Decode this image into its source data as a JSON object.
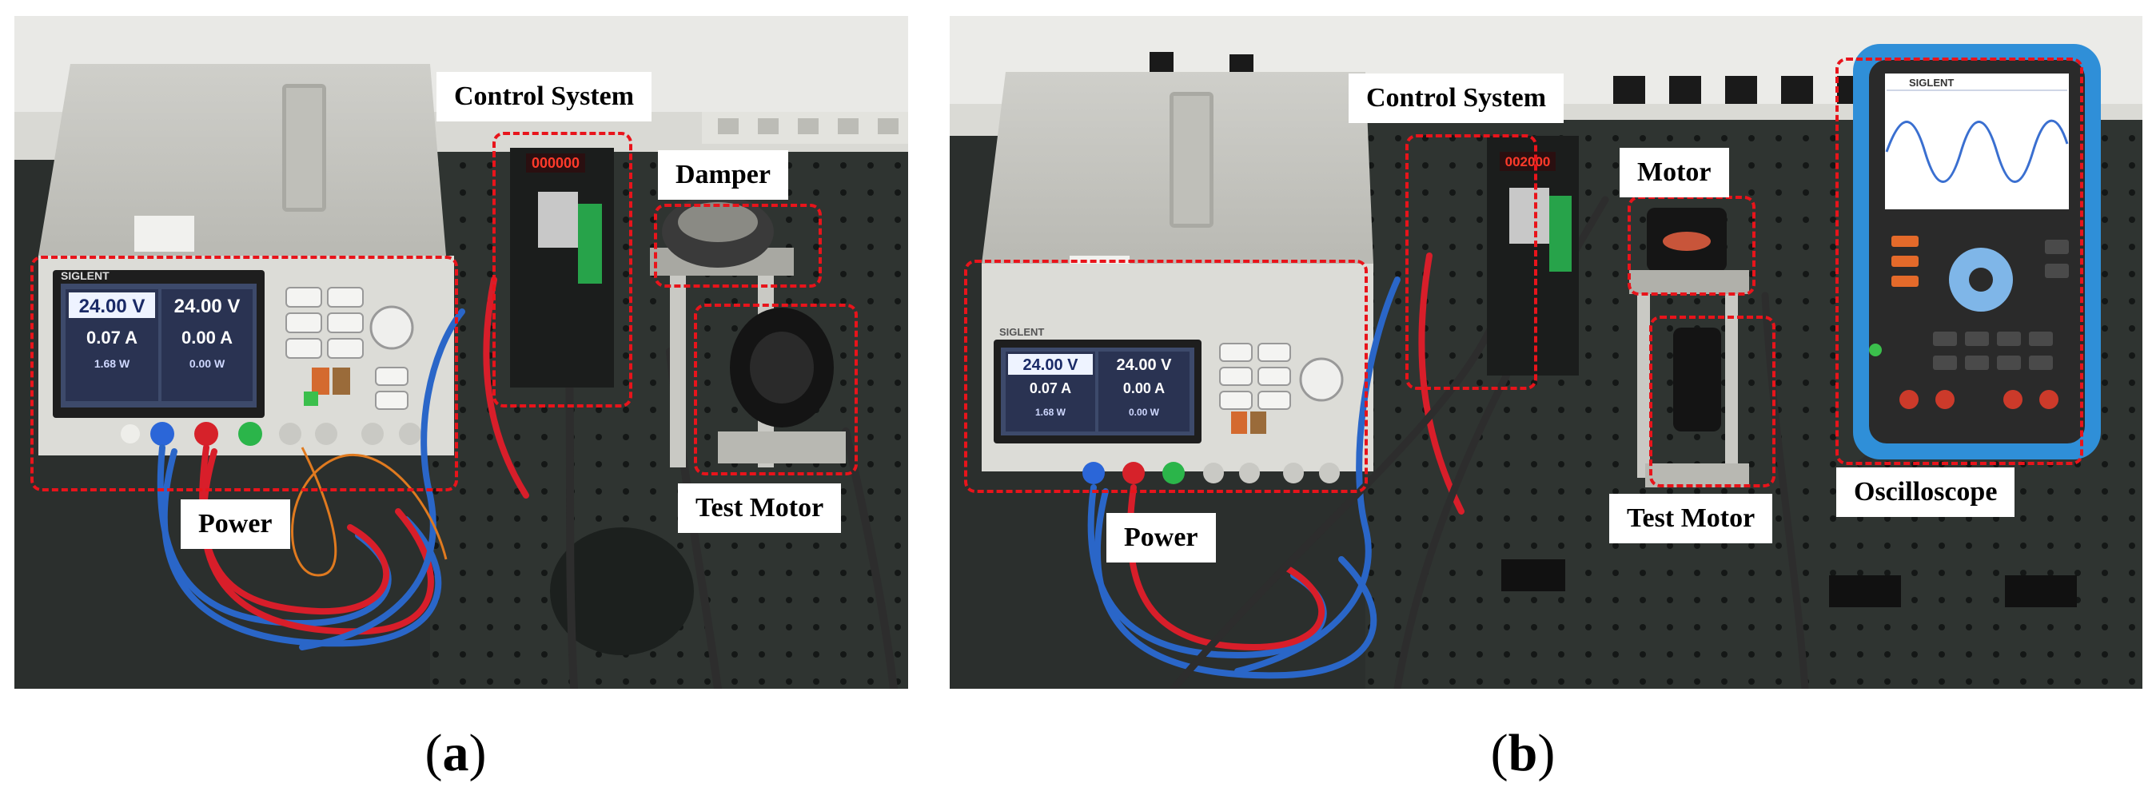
{
  "figure": {
    "panel_a": {
      "caption_open": "(",
      "caption_letter": "a",
      "caption_close": ")",
      "labels": {
        "control_system": "Control System",
        "damper": "Damper",
        "power": "Power",
        "test_motor": "Test Motor"
      },
      "psu": {
        "brand": "SIGLENT",
        "ch1_voltage": "24.00 V",
        "ch1_current": "0.07 A",
        "ch1_power": "1.68 W",
        "ch2_voltage": "24.00 V",
        "ch2_current": "0.00 A",
        "ch2_power": "0.00 W"
      },
      "driver_display": "000000"
    },
    "panel_b": {
      "caption_open": "(",
      "caption_letter": "b",
      "caption_close": ")",
      "labels": {
        "control_system": "Control System",
        "motor": "Motor",
        "power": "Power",
        "test_motor": "Test Motor",
        "oscilloscope": "Oscilloscope"
      },
      "psu": {
        "brand": "SIGLENT",
        "ch1_voltage": "24.00 V",
        "ch1_current": "0.07 A",
        "ch1_power": "1.68 W",
        "ch2_voltage": "24.00 V",
        "ch2_current": "0.00 A",
        "ch2_power": "0.00 W"
      },
      "driver_display": "002000",
      "scope_brand": "SIGLENT"
    },
    "colors": {
      "annotation_dash": "#e8141b",
      "cable_red": "#d81e2a",
      "cable_blue": "#2a66c8",
      "wall": "#e9e9e6",
      "table": "#2e3330"
    }
  }
}
